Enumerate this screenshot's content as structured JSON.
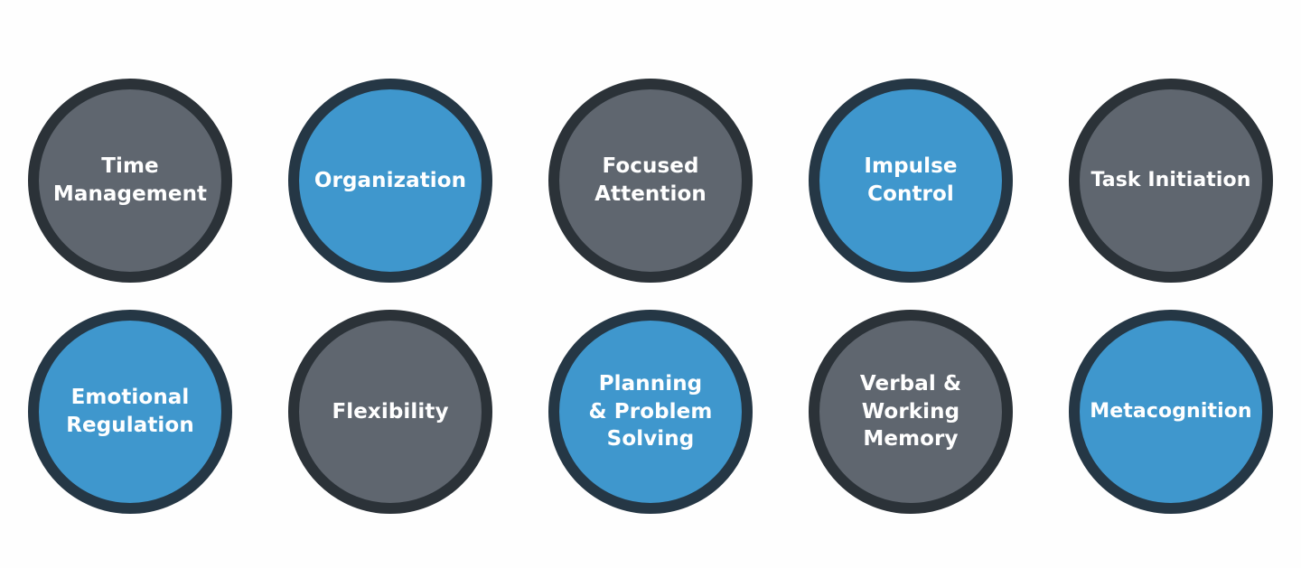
{
  "background_color": "#fefefe",
  "palette": {
    "gray_fill": "#5f666f",
    "gray_border": "#2b3238",
    "blue_fill": "#3f97cd",
    "blue_border": "#253745",
    "label_color": "#ffffff"
  },
  "diagram": {
    "layout": "5-column by 2-row circle grid",
    "nodes": [
      {
        "label": "Time\nManagement",
        "style": "gray",
        "row": 1,
        "col": 1
      },
      {
        "label": "Organization",
        "style": "blue",
        "row": 1,
        "col": 2
      },
      {
        "label": "Focused\nAttention",
        "style": "gray",
        "row": 1,
        "col": 3
      },
      {
        "label": "Impulse\nControl",
        "style": "blue",
        "row": 1,
        "col": 4
      },
      {
        "label": "Task Initiation",
        "style": "gray",
        "row": 1,
        "col": 5
      },
      {
        "label": "Emotional\nRegulation",
        "style": "blue",
        "row": 2,
        "col": 1
      },
      {
        "label": "Flexibility",
        "style": "gray",
        "row": 2,
        "col": 2
      },
      {
        "label": "Planning\n& Problem\nSolving",
        "style": "blue",
        "row": 2,
        "col": 3
      },
      {
        "label": "Verbal &\nWorking\nMemory",
        "style": "gray",
        "row": 2,
        "col": 4
      },
      {
        "label": "Metacognition",
        "style": "blue",
        "row": 2,
        "col": 5
      }
    ]
  }
}
